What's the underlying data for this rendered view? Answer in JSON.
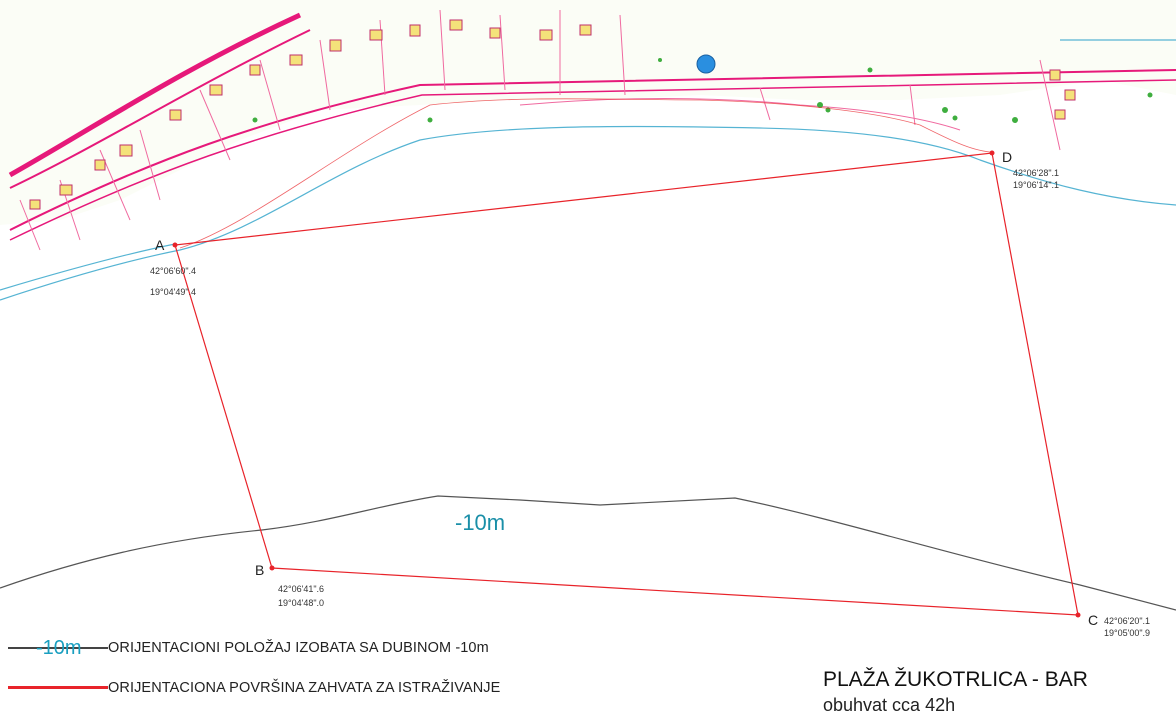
{
  "points": [
    {
      "id": "A",
      "label": "A",
      "lat": "42°06'60\".4",
      "lon": "19°04'49\".4"
    },
    {
      "id": "B",
      "label": "B",
      "lat": "42°06'41\".6",
      "lon": "19°04'48\".0"
    },
    {
      "id": "C",
      "label": "C",
      "lat": "42°06'20\".1",
      "lon": "19°05'00\".9"
    },
    {
      "id": "D",
      "label": "D",
      "lat": "42°06'28\".1",
      "lon": "19°06'14\".1"
    }
  ],
  "isobath_label": "-10m",
  "legend": {
    "isobath": {
      "swatch_label": "-10m",
      "text": "ORIJENTACIONI POLOŽAJ IZOBATA SA DUBINOM -10m"
    },
    "area": {
      "text": "ORIJENTACIONA POVRŠINA ZAHVATA ZA ISTRAŽIVANJE"
    }
  },
  "title": "PLAŽA ŽUKOTRLICA - BAR",
  "subtitle": "obuhvat cca 42h",
  "colors": {
    "boundary": "#e8232a",
    "isobath": "#555555",
    "coast": "#56b4d3",
    "road": "#e6197a"
  }
}
